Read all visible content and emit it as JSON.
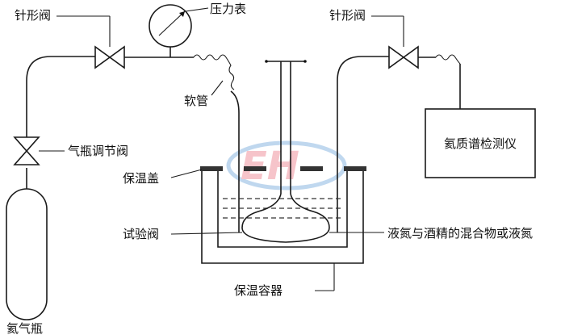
{
  "labels": {
    "needle_valve_left": "针形阀",
    "pressure_gauge": "压力表",
    "needle_valve_right": "针形阀",
    "hose": "软管",
    "helium_mass_spec": "氦质谱检测仪",
    "cylinder_regulator": "气瓶调节阀",
    "insulated_lid": "保温盖",
    "test_valve": "试验阀",
    "liquid_mixture": "液氮与酒精的混合物或液氮",
    "insulated_container": "保温容器",
    "helium_cylinder": "氦气瓶"
  },
  "watermark": {
    "text": "EH",
    "color": "#e85a6a"
  }
}
